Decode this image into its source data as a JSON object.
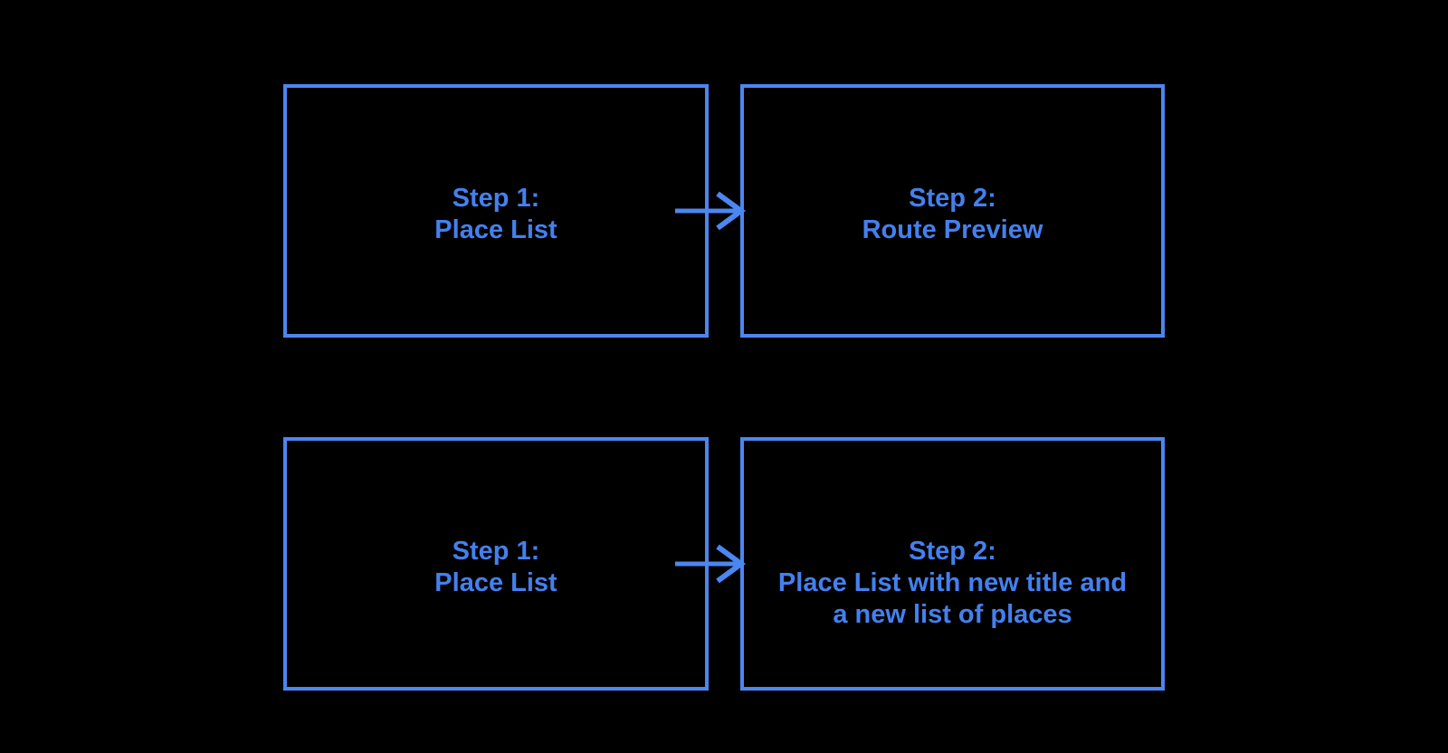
{
  "colors": {
    "background": "#000000",
    "box_border": "#4C86F0",
    "box_text": "#4480EE",
    "arrow": "#4C86F0"
  },
  "diagram": {
    "rows": [
      {
        "from": {
          "label": "Step 1:\nPlace List"
        },
        "arrow": "right-arrow",
        "to": {
          "label": "Step 2:\nRoute Preview"
        }
      },
      {
        "from": {
          "label": "Step 1:\nPlace List"
        },
        "arrow": "right-arrow",
        "to": {
          "label": "Step 2:\nPlace List with new title and\na new list of places"
        }
      }
    ]
  }
}
